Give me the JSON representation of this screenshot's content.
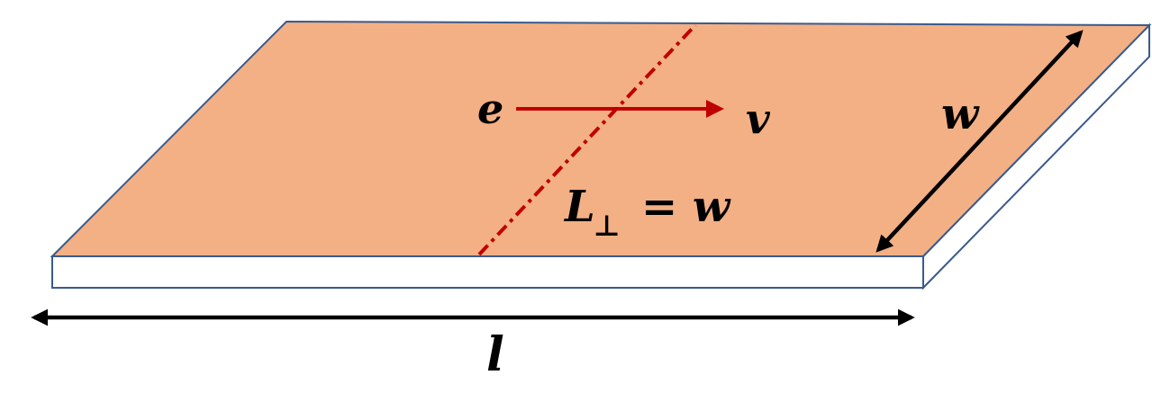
{
  "colors": {
    "top_face": "#f3b085",
    "edge_outline": "#3a5a8c",
    "side_face": "#ffffff",
    "velocity_arrow": "#c00000",
    "dashed_line": "#c00000",
    "dimension_arrow": "#000000",
    "label_text": "#000000",
    "electron_label": "#c00000",
    "velocity_label": "#c00000"
  },
  "labels": {
    "electron": "e",
    "velocity": "v",
    "width": "w",
    "length": "l",
    "perp_length_symbol": "L",
    "perp_subscript": "⊥",
    "perp_equation_rest": "= w"
  }
}
